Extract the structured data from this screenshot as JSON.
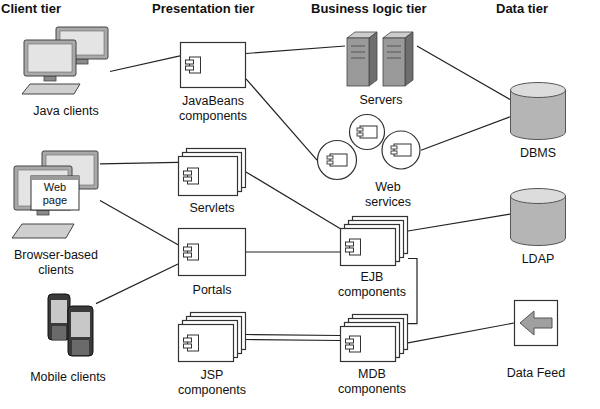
{
  "diagram": {
    "nodes": [
      {
        "text": [
          "Client tier"
        ]
      },
      {
        "text": [
          "Java clients"
        ],
        "in": 0
      },
      {
        "text": [
          "Web page",
          "Browser-based clients"
        ],
        "in": 0
      },
      {
        "text": [
          "Mobile clients"
        ],
        "in": 0
      },
      {
        "text": [
          "Presentation tier"
        ]
      },
      {
        "text": [
          "JavaBeans components"
        ],
        "in": 4
      },
      {
        "text": [
          "Servlets"
        ],
        "in": 4
      },
      {
        "text": [
          "Portals"
        ],
        "in": 4
      },
      {
        "text": [
          "JSP components"
        ],
        "in": 4
      },
      {
        "text": [
          "Business logic tier"
        ]
      },
      {
        "text": [
          "Servers"
        ],
        "in": 9
      },
      {
        "text": [
          "Web services"
        ],
        "in": 9
      },
      {
        "text": [
          "EJB components"
        ],
        "in": 9
      },
      {
        "text": [
          "MDB components"
        ],
        "in": 9
      },
      {
        "text": [
          "Data tier"
        ]
      },
      {
        "text": [
          "DBMS"
        ],
        "in": 14
      },
      {
        "text": [
          "LDAP"
        ],
        "in": 14
      },
      {
        "text": [
          "Data Feed"
        ],
        "in": 14
      }
    ],
    "edges": [
      {
        "from": 1,
        "to": 5,
        "arrow": "none"
      },
      {
        "from": 5,
        "to": 10,
        "arrow": "none"
      },
      {
        "from": 5,
        "to": 11,
        "arrow": "none"
      },
      {
        "from": 10,
        "to": 15,
        "arrow": "none"
      },
      {
        "from": 11,
        "to": 15,
        "arrow": "none"
      },
      {
        "from": 2,
        "to": 6,
        "arrow": "none"
      },
      {
        "from": 7,
        "to": 2,
        "arrow": "none"
      },
      {
        "from": 3,
        "to": 7,
        "arrow": "none"
      },
      {
        "from": 6,
        "to": 12,
        "arrow": "none"
      },
      {
        "from": 7,
        "to": 12,
        "arrow": "none"
      },
      {
        "from": 8,
        "to": 13,
        "arrow": "none"
      },
      {
        "from": 12,
        "to": 16,
        "arrow": "none"
      },
      {
        "from": 12,
        "to": 13,
        "arrow": "none"
      },
      {
        "from": 13,
        "to": 17,
        "arrow": "none"
      }
    ]
  }
}
